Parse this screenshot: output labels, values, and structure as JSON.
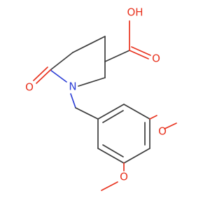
{
  "atoms": {
    "oh": "OH",
    "o_acid": "O",
    "o_amide": "O",
    "n_ring": "N",
    "o_methoxy_1": "O",
    "o_methoxy_2": "O"
  },
  "colors": {
    "bond": "#3c3c3c",
    "oxygen": "#e8331f",
    "nitrogen": "#2d3fd6",
    "background": "#ffffff"
  }
}
